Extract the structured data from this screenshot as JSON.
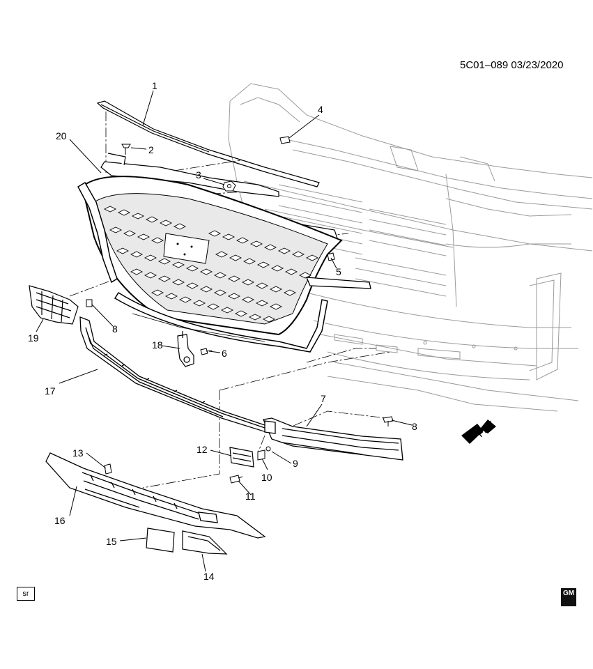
{
  "header": {
    "reference": "5C01–089 03/23/2020"
  },
  "callouts": [
    "1",
    "2",
    "3",
    "4",
    "5",
    "6",
    "7",
    "8",
    "8",
    "9",
    "10",
    "11",
    "12",
    "13",
    "14",
    "15",
    "16",
    "17",
    "18",
    "19",
    "20"
  ],
  "direction_label": "FRT",
  "footer": {
    "sr_label": "sr",
    "brand": "GM"
  },
  "colors": {
    "line": "#000000",
    "light_line": "#9a9a9a",
    "background": "#ffffff"
  }
}
